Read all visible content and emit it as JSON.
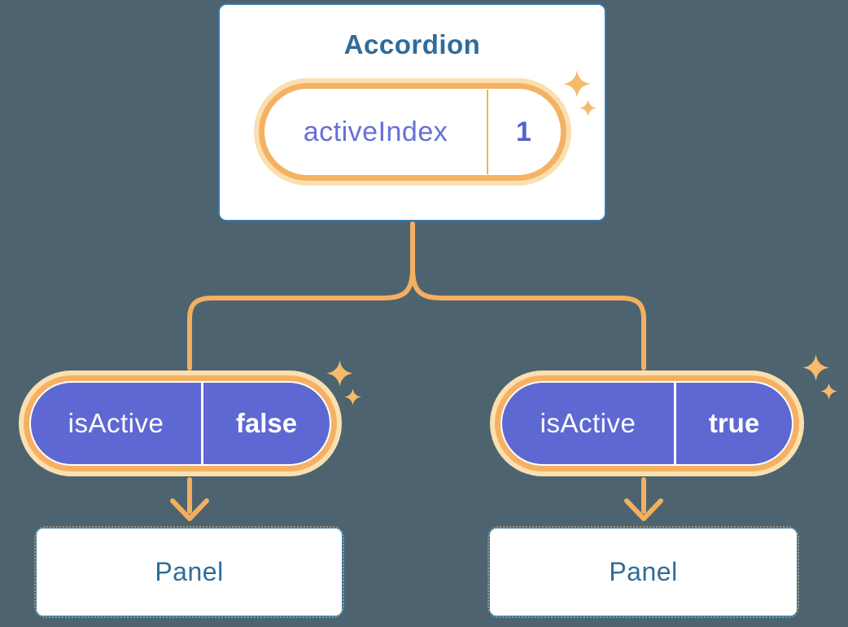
{
  "diagram": {
    "root": {
      "title": "Accordion",
      "state": {
        "label": "activeIndex",
        "value": "1"
      }
    },
    "children": [
      {
        "prop": {
          "label": "isActive",
          "value": "false"
        },
        "panel": "Panel"
      },
      {
        "prop": {
          "label": "isActive",
          "value": "true"
        },
        "panel": "Panel"
      }
    ],
    "icons": {
      "sparkle": "sparkle-icon",
      "arrow": "arrow-down-icon"
    },
    "colors": {
      "background": "#4D6470",
      "card_background": "#FFFFFF",
      "card_border_blue": "#3579A8",
      "card_text_blue": "#306C99",
      "pill_purple": "#5E68D2",
      "pill_ring_orange": "#F5B163",
      "pill_halo_peach": "#FAE0B0",
      "connector_orange": "#F3AF60",
      "sparkle_orange": "#F5BB6B",
      "state_label_purple": "#6770D6",
      "state_value_purple": "#5560CE",
      "pill_text_white": "#FCFCFE"
    }
  }
}
